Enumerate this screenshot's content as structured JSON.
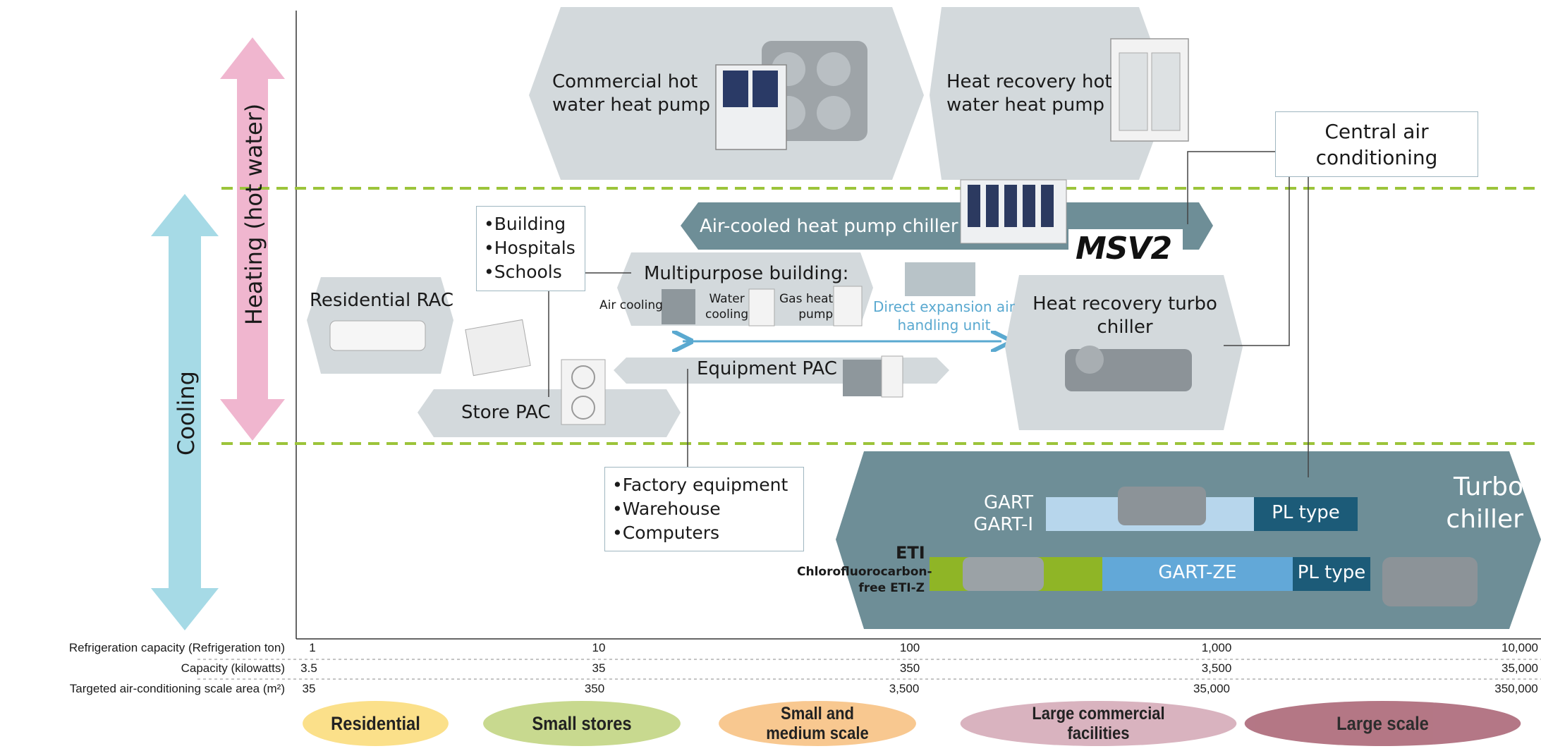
{
  "axis_labels": {
    "heating": "Heating (hot water)",
    "cooling": "Cooling"
  },
  "products": {
    "commercial_hot_water": "Commercial hot\nwater heat pump",
    "heat_recovery_hot_water": "Heat recovery hot\nwater heat pump",
    "central_air": "Central air\nconditioning",
    "air_cooled_chiller": "Air-cooled heat pump chiller",
    "msv2_logo": "MSV2",
    "multipurpose_building": "Multipurpose building:",
    "air_cooling": "Air cooling",
    "water_cooling": "Water\ncooling",
    "gas_heat_pump": "Gas heat\npump",
    "direct_expansion": "Direct expansion air\nhandling unit",
    "heat_recovery_turbo": "Heat recovery turbo\nchiller",
    "residential_rac": "Residential RAC",
    "store_pac": "Store PAC",
    "equipment_pac": "Equipment PAC",
    "turbo_chiller": "Turbo\nchiller",
    "gart": "GART\nGART-I",
    "eti": "ETI",
    "eti_z": "Chlorofluorocarbon-\nfree ETI-Z",
    "pl_type_1": "PL type",
    "pl_type_2": "PL type",
    "gart_ze": "GART-ZE"
  },
  "callouts": {
    "building_list": [
      "•Building",
      "•Hospitals",
      "•Schools"
    ],
    "factory_list": [
      "•Factory equipment",
      "•Warehouse",
      "•Computers"
    ]
  },
  "scales": {
    "rows": [
      {
        "label": "Refrigeration capacity (Refrigeration ton)",
        "ticks": [
          "1",
          "10",
          "100",
          "1,000",
          "10,000"
        ]
      },
      {
        "label": "Capacity (kilowatts)",
        "ticks": [
          "3.5",
          "35",
          "350",
          "3,500",
          "35,000"
        ]
      },
      {
        "label": "Targeted air-conditioning scale area (m²)",
        "ticks": [
          "35",
          "350",
          "3,500",
          "35,000",
          "350,000"
        ]
      }
    ]
  },
  "segments": [
    {
      "label": "Residential",
      "color": "#fbe08a"
    },
    {
      "label": "Small stores",
      "color": "#c8d98f"
    },
    {
      "label": "Small and\nmedium scale",
      "color": "#f8c890"
    },
    {
      "label": "Large commercial\nfacilities",
      "color": "#d9b3bf"
    },
    {
      "label": "Large scale",
      "color": "#b0707f"
    }
  ],
  "colors": {
    "grey_arrow": "#d3d9dc",
    "teal_arrow": "#6e8e97",
    "heating_arrow": "#f0b6cf",
    "cooling_arrow": "#a6dae6",
    "dashed_line": "#9cc43a",
    "pl_type": "#1c5b78",
    "gart_bar": "#b7d6ec",
    "gart_ze": "#62a8d8",
    "eti_bar": "#8fb526",
    "direct_expansion": "#5aa9d0"
  }
}
